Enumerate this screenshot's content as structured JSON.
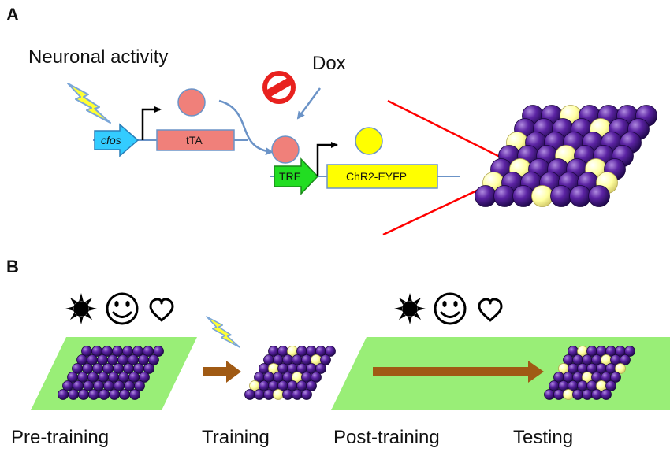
{
  "panel_a": {
    "letter": "A",
    "activity_label": "Neuronal activity",
    "dox_label": "Dox",
    "promoter_label": "cfos",
    "tta_label": "tTA",
    "tre_label": "TRE",
    "chr2_label": "ChR2-EYFP"
  },
  "panel_b": {
    "letter": "B",
    "stages": [
      "Pre-training",
      "Training",
      "Post-training",
      "Testing"
    ]
  },
  "colors": {
    "neuron": "#4b1a8c",
    "active_neuron": "#ffffa6",
    "tta": "#f0807a",
    "chr2": "#ffff00",
    "tre": "#22dd22",
    "cfos": "#33ccff",
    "context_bg": "#99ee77",
    "arrow_brown": "#a05a14",
    "inhibit": "#e8211e",
    "projection_line": "#ff0000",
    "dna_line": "#6b93c7"
  },
  "icons": [
    "lightning-icon",
    "sun-icon",
    "smiley-icon",
    "heart-icon",
    "prohibition-icon"
  ]
}
